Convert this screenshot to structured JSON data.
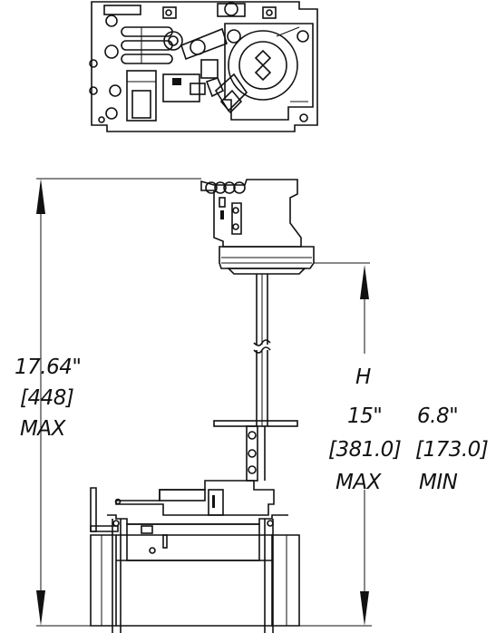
{
  "labels": {
    "overall_height": "17.64\"",
    "overall_height_mm": "[448]",
    "overall_height_note": "MAX",
    "h_label": "H",
    "h_max": "15\"",
    "h_max_mm": "[381.0]",
    "h_max_note": "MAX",
    "h_min": "6.8\"",
    "h_min_mm": "[173.0]",
    "h_min_note": "MIN"
  }
}
